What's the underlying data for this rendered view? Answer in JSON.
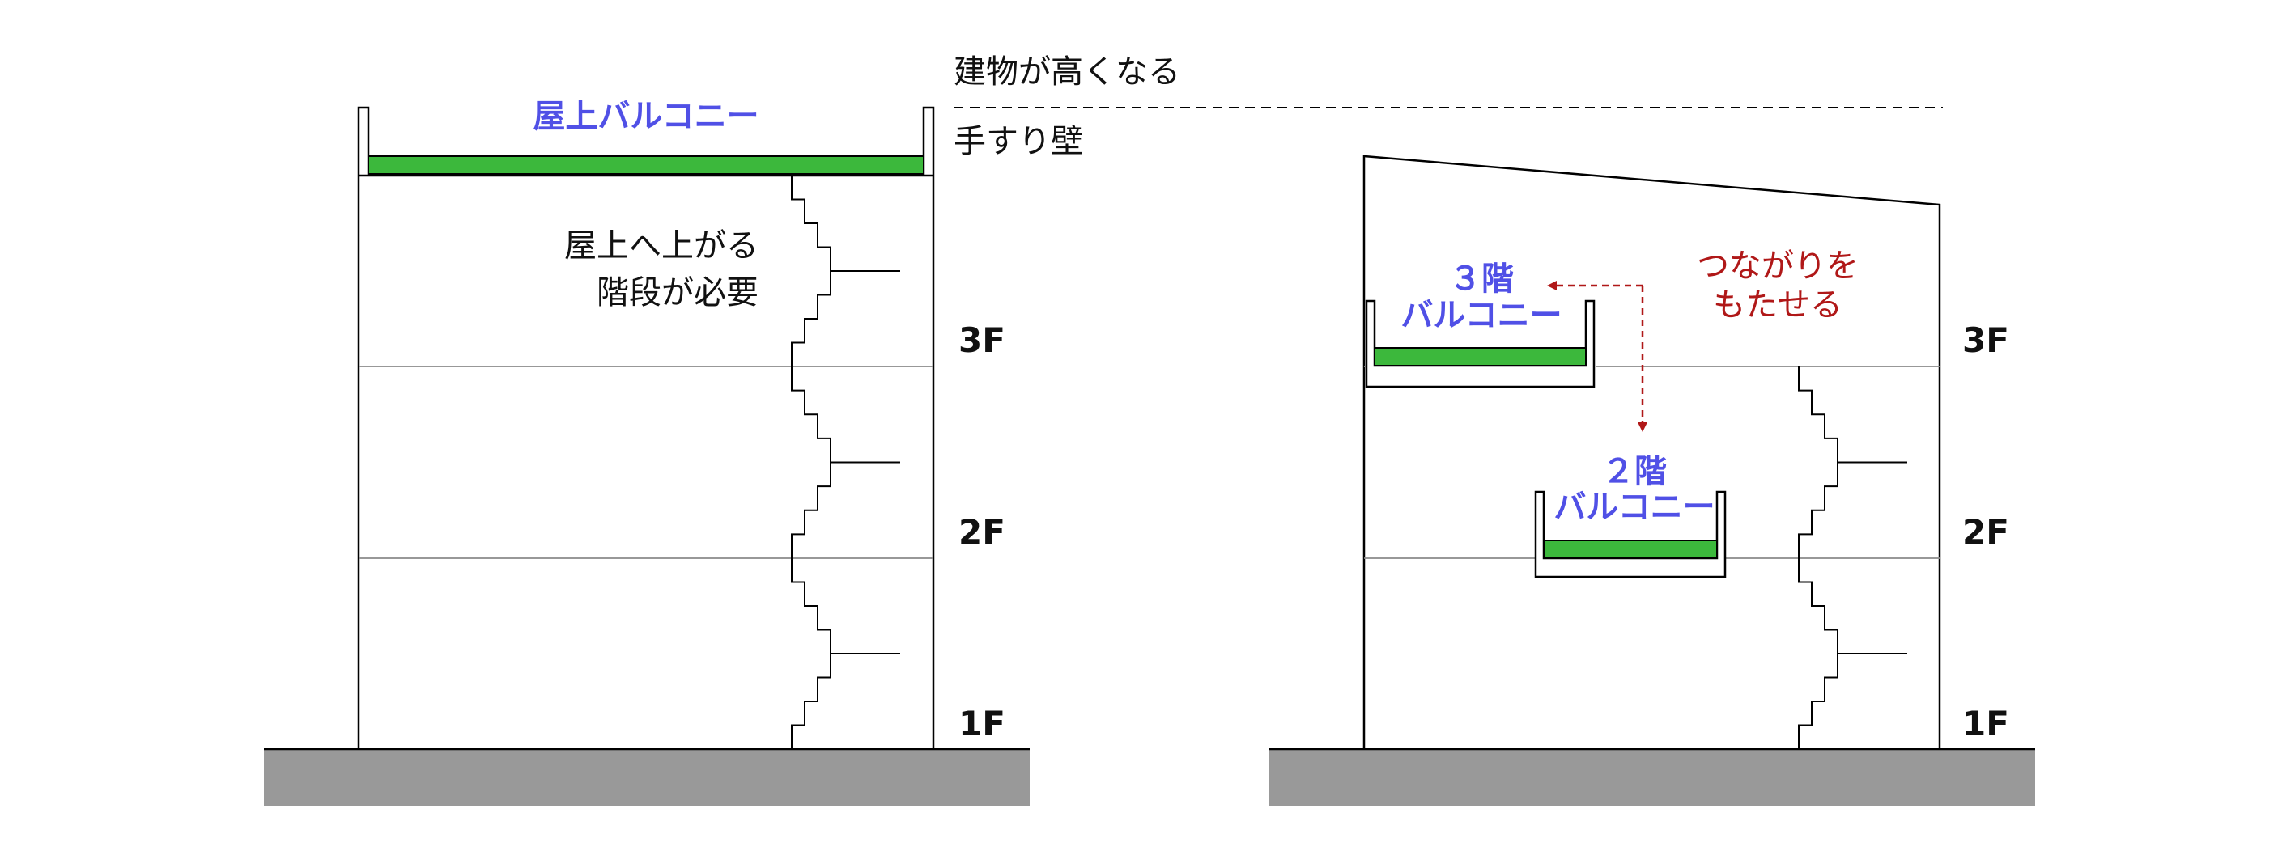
{
  "labels": {
    "building_taller": "建物が高くなる",
    "parapet": "手すり壁",
    "rooftop_balcony": "屋上バルコニー",
    "stairs_note_line1": "屋上へ上がる",
    "stairs_note_line2": "階段が必要",
    "balcony_3f_line1": "３階",
    "balcony_3f_line2": "バルコニー",
    "balcony_2f_line1": "２階",
    "balcony_2f_line2": "バルコニー",
    "connect_line1": "つながりを",
    "connect_line2": "もたせる"
  },
  "floors_left": [
    "3F",
    "2F",
    "1F"
  ],
  "floors_right": [
    "3F",
    "2F",
    "1F"
  ],
  "colors": {
    "balcony_text": "#5050e6",
    "balcony_floor": "#3cb83c",
    "connector": "#b01818",
    "ground": "#999999",
    "line": "#000000",
    "thin_line": "#8a8a8a"
  }
}
